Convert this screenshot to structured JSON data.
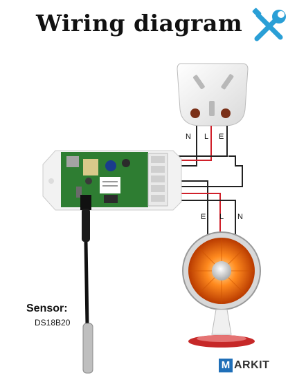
{
  "title": "Wiring diagram",
  "plug_labels": {
    "n": "N",
    "l": "L",
    "e": "E"
  },
  "heater_labels": {
    "e": "E",
    "l": "L",
    "n": "N"
  },
  "sensor": {
    "title": "Sensor:",
    "model": "DS18B20"
  },
  "watermark": {
    "box_letter": "M",
    "rest": "ARKIT"
  },
  "colors": {
    "live": "#d0202a",
    "neutral": "#222222",
    "pcb": "#2e7d32",
    "heater_glow": "#ff7a1a",
    "tool_icon": "#2a9fd6",
    "watermark": "#1f6fb8"
  },
  "icons": {
    "tools": "wrench-screwdriver-icon"
  }
}
